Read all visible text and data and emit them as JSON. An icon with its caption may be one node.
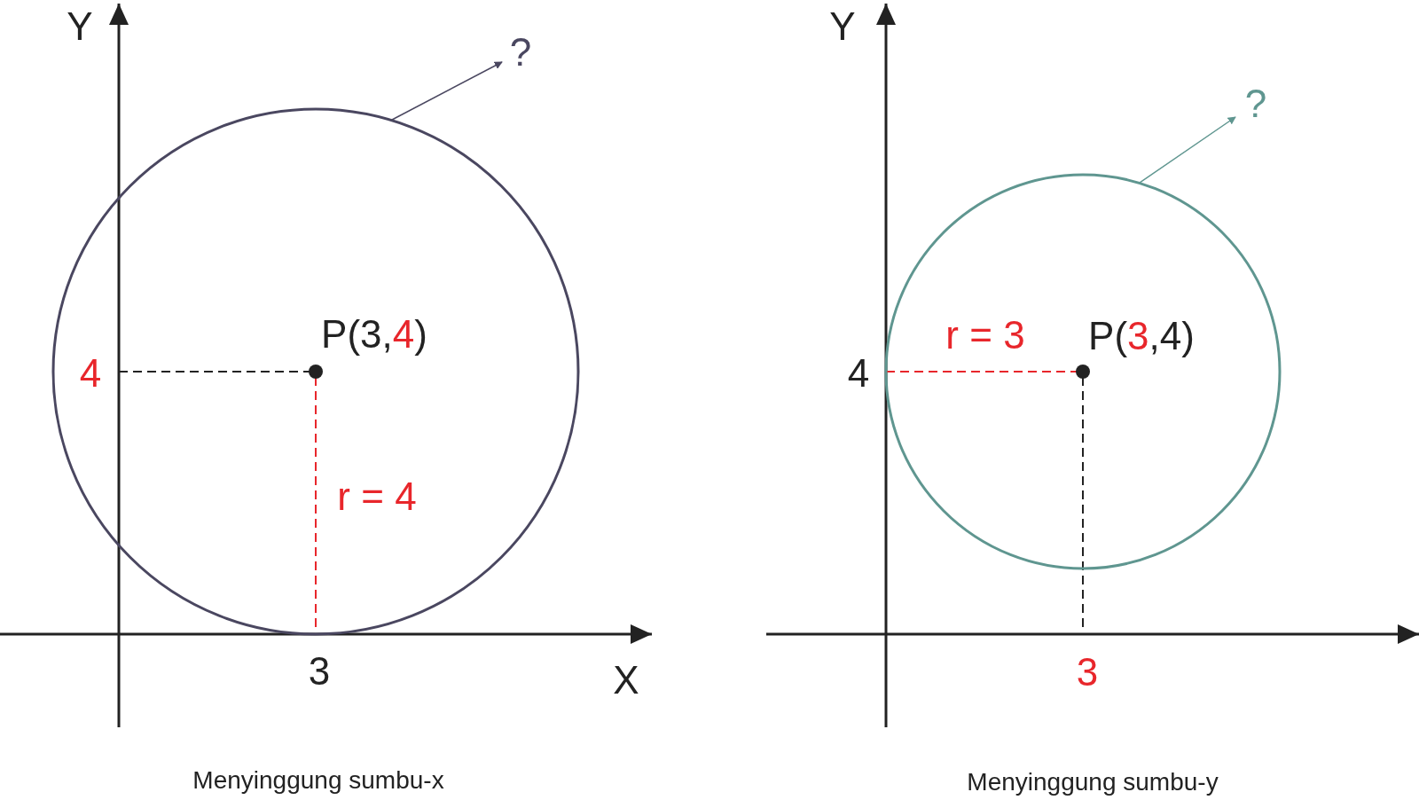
{
  "diagram": {
    "nodes": [
      {
        "text": [],
        "shape": "circle"
      },
      {
        "text": [
          "?"
        ]
      },
      {
        "text": [],
        "shape": "circle"
      },
      {
        "text": [
          "?"
        ]
      }
    ],
    "edges": [
      {
        "from": 0,
        "to": 1,
        "arrow": "to",
        "color": "#4a4760"
      },
      {
        "from": 2,
        "to": 3,
        "arrow": "to",
        "color": "#5f9690"
      }
    ],
    "labels": [
      "Y",
      "P(3,4)",
      "4",
      "r = 4",
      "3",
      "X",
      "Menyinggung sumbu-x",
      "Y",
      "r = 3",
      "P(3,4)",
      "4",
      "3",
      "Menyinggung sumbu-y"
    ]
  }
}
